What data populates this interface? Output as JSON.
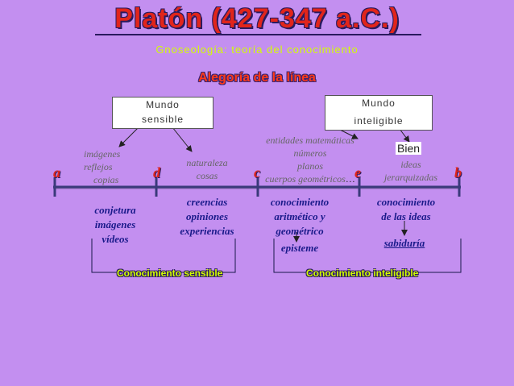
{
  "title": "Platón (427-347 a.C.)",
  "subtitle": "Gnoseología: teoría del conocimiento",
  "heading": "Alegoría de la línea",
  "boxes": {
    "sensible": [
      "Mundo",
      "sensible"
    ],
    "inteligible": [
      "Mundo",
      "inteligible"
    ]
  },
  "upper_texts": {
    "imagenes": [
      "imágenes",
      "reflejos",
      "copias"
    ],
    "naturaleza": [
      "naturaleza",
      "cosas"
    ],
    "entidades": [
      "entidades matemáticas",
      "números",
      "planos",
      "cuerpos geométricos"
    ],
    "ellipsis": "…",
    "bien": "Bien",
    "ideas": [
      "ideas",
      "jerarquizadas"
    ]
  },
  "letters": {
    "a": "a",
    "d": "d",
    "c": "c",
    "e": "e",
    "b": "b"
  },
  "lower_texts": {
    "conjetura": [
      "conjetura",
      "imágenes",
      "vídeos"
    ],
    "creencias": [
      "creencias",
      "opiniones",
      "experiencias"
    ],
    "conocimiento_arit": [
      "conocimiento",
      "aritmético y",
      "geométrico"
    ],
    "episteme": "episteme",
    "conocimiento_ideas": [
      "conocimiento",
      "de las ideas"
    ],
    "sabiduria": "sabiduría"
  },
  "bands": {
    "sensible": "Conocimiento sensible",
    "inteligible": "Conocimiento inteligible"
  },
  "colors": {
    "background": "#c38ff0",
    "title": "#e1251b",
    "subtitle": "#d4ff00",
    "line": "#1a1a6a"
  }
}
